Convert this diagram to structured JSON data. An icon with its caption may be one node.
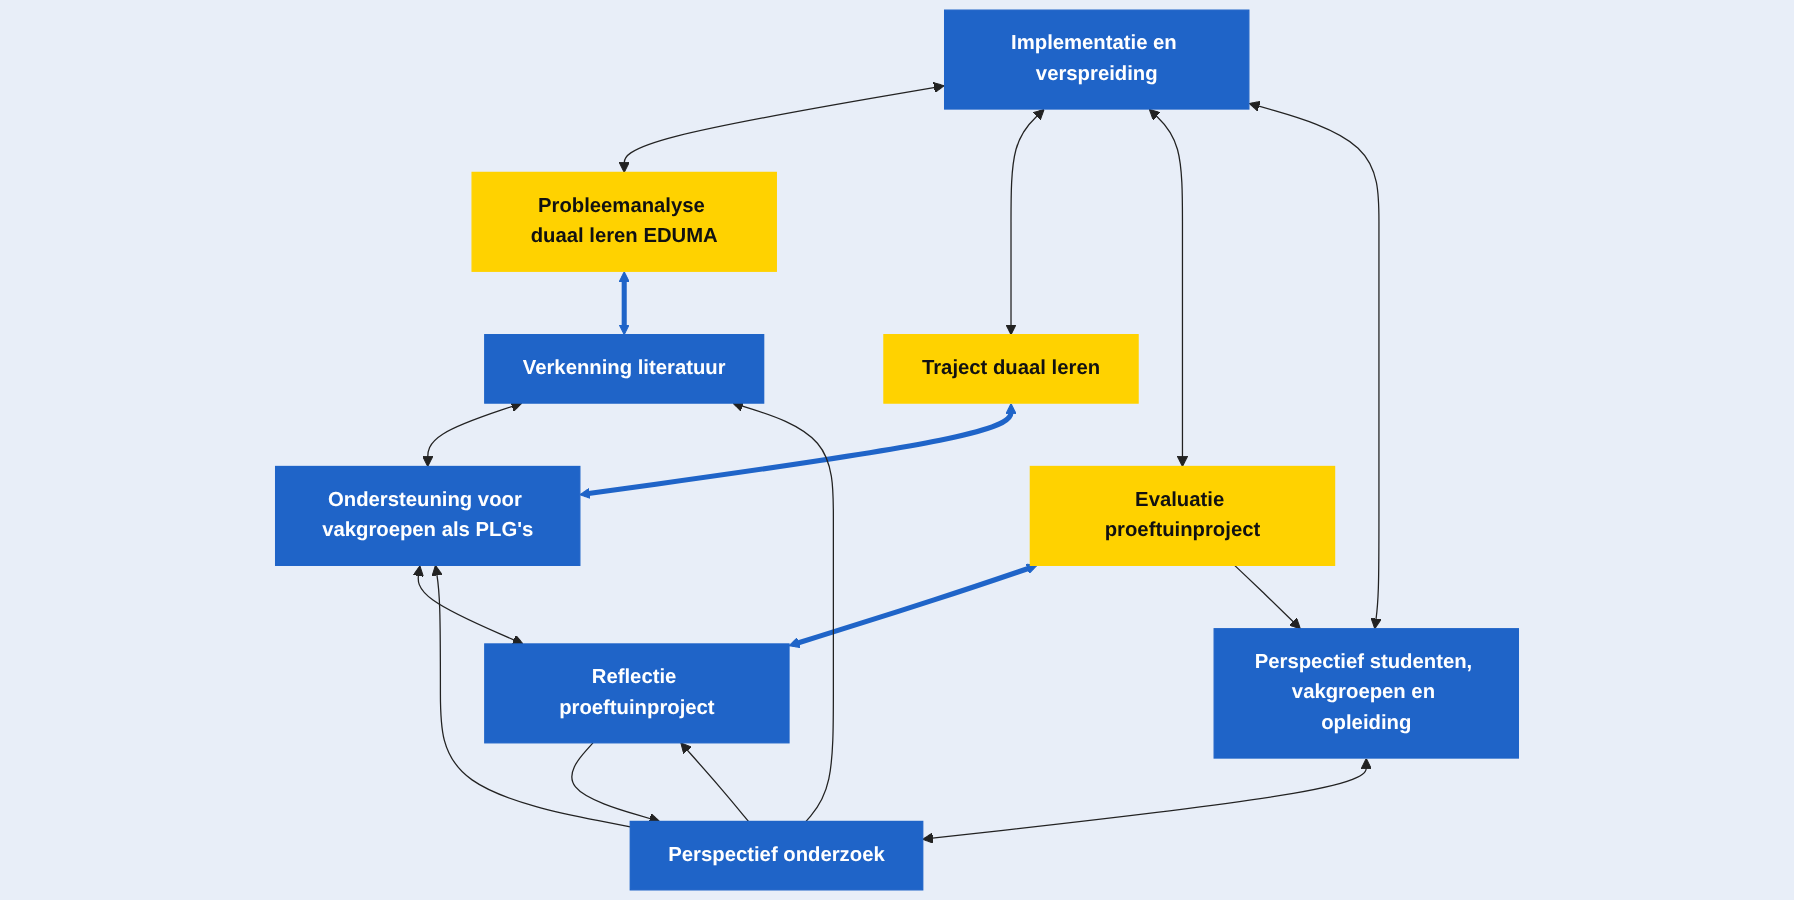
{
  "diagram": {
    "nodes": [
      {
        "text": [
          "Implementatie en verspreiding"
        ]
      },
      {
        "text": [
          "Probleemanalyse duaal leren EDUMA"
        ]
      },
      {
        "text": [
          "Traject duaal leren"
        ]
      },
      {
        "text": [
          "Evaluatie proeftuinproject"
        ]
      },
      {
        "text": [
          "Perspectief studenten, vakgroepen en opleiding"
        ]
      },
      {
        "text": [
          "Verkenning literatuur"
        ]
      },
      {
        "text": [
          "Ondersteuning voor vakgroepen als PLG's"
        ]
      },
      {
        "text": [
          "Reflectie proeftuinproject"
        ]
      },
      {
        "text": [
          "Perspectief onderzoek"
        ]
      }
    ],
    "edges": [
      {
        "from": 0,
        "to": 1,
        "arrow": "both"
      },
      {
        "from": 0,
        "to": 2,
        "arrow": "both"
      },
      {
        "from": 0,
        "to": 3,
        "arrow": "both"
      },
      {
        "from": 0,
        "to": 4,
        "arrow": "both"
      },
      {
        "from": 1,
        "to": 5,
        "arrow": "both",
        "style": "thick",
        "color": "#1f64c8"
      },
      {
        "from": 2,
        "to": 6,
        "arrow": "both",
        "style": "thick",
        "color": "#1f64c8"
      },
      {
        "from": 3,
        "to": 7,
        "arrow": "both",
        "style": "thick",
        "color": "#1f64c8"
      },
      {
        "from": 5,
        "to": 6,
        "arrow": "both"
      },
      {
        "from": 6,
        "to": 7,
        "arrow": "both"
      },
      {
        "from": 3,
        "to": 4,
        "arrow": "to"
      },
      {
        "from": 7,
        "to": 8,
        "arrow": "to"
      },
      {
        "from": 4,
        "to": 8,
        "arrow": "both"
      },
      {
        "from": 8,
        "to": 5,
        "arrow": "to"
      },
      {
        "from": 8,
        "to": 6,
        "arrow": "to"
      },
      {
        "from": 8,
        "to": 7,
        "arrow": "to"
      }
    ]
  }
}
